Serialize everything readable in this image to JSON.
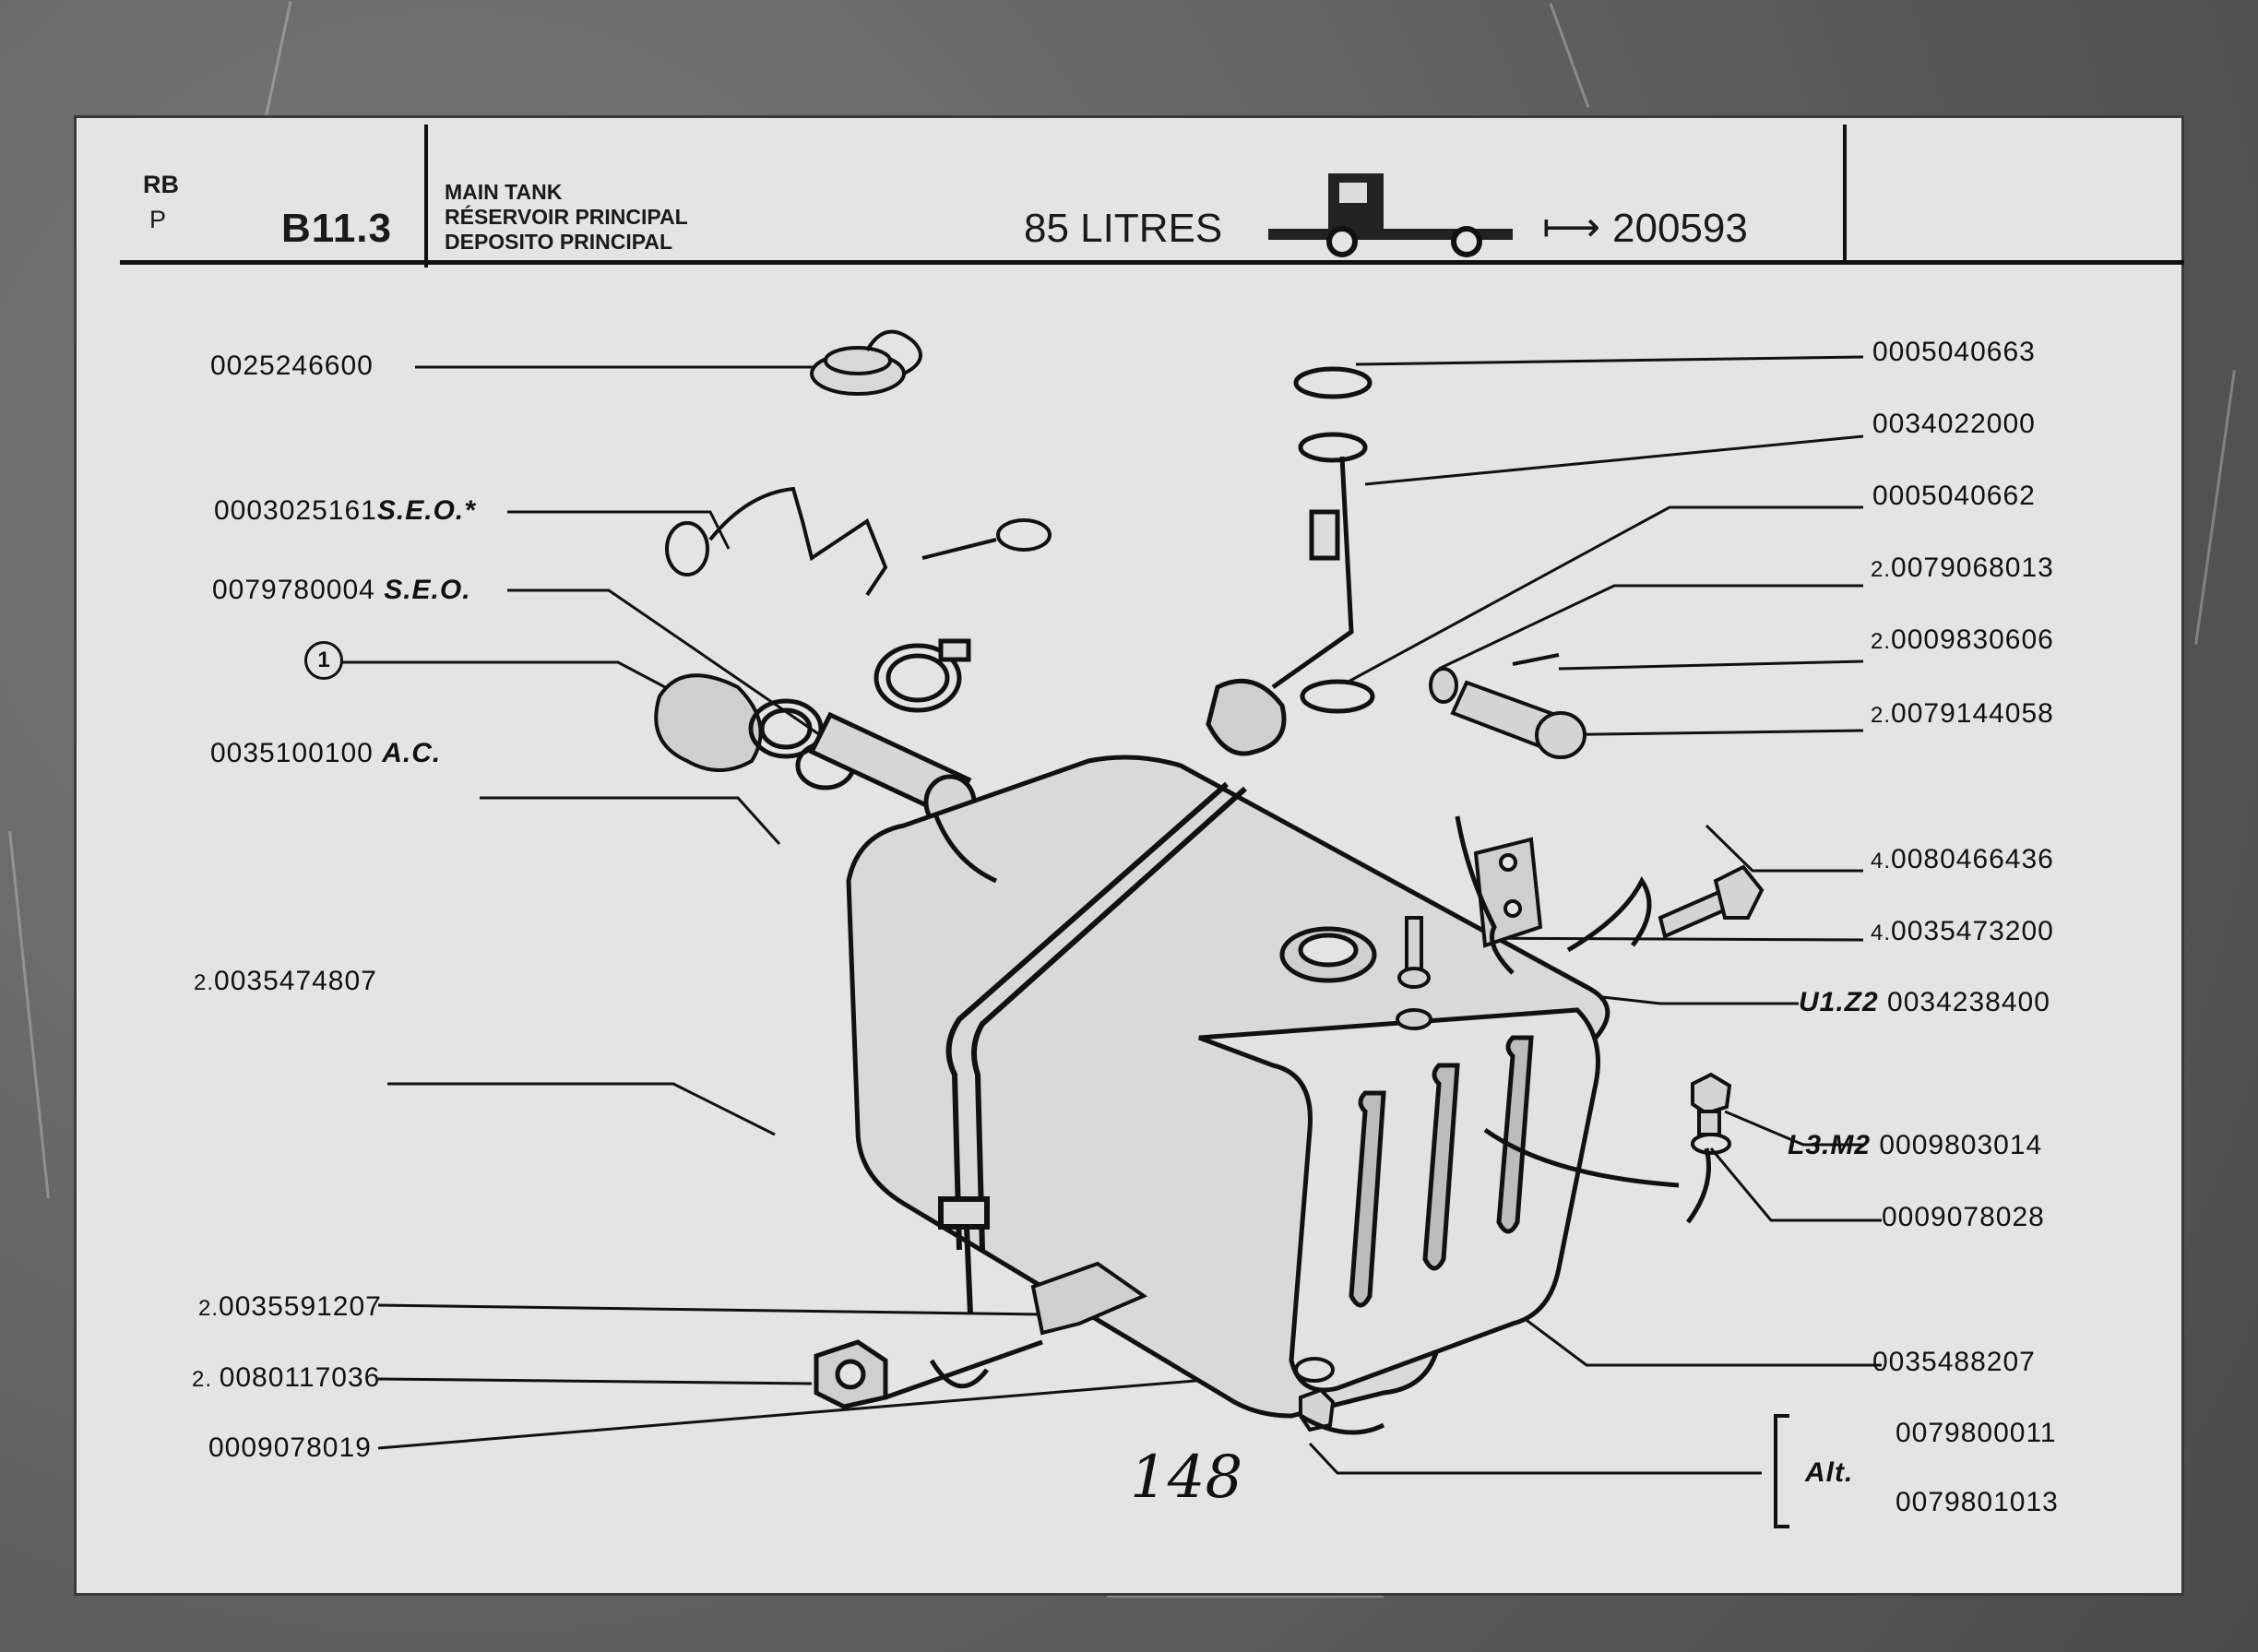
{
  "header": {
    "lang_top": "RB",
    "lang_bottom": "P",
    "section": "B11.3",
    "title_en": "MAIN TANK",
    "title_fr": "RÉSERVOIR PRINCIPAL",
    "title_pt": "DEPOSITO PRINCIPAL",
    "capacity": "85 LITRES",
    "serial_arrow": "⟼",
    "serial": "200593"
  },
  "left_parts": [
    {
      "prefix": "",
      "number": "0025246600",
      "suffix": ""
    },
    {
      "prefix": "",
      "number": "0003025161",
      "suffix": "S.E.O.*"
    },
    {
      "prefix": "",
      "number": "0079780004",
      "suffix": "S.E.O."
    },
    {
      "prefix": "",
      "number": "",
      "suffix": "",
      "callout": "1"
    },
    {
      "prefix": "",
      "number": "0035100100",
      "suffix": "A.C."
    },
    {
      "prefix": "2.",
      "number": "0035474807",
      "suffix": ""
    },
    {
      "prefix": "2.",
      "number": "0035591207",
      "suffix": ""
    },
    {
      "prefix": "2. ",
      "number": "0080117036",
      "suffix": ""
    },
    {
      "prefix": "",
      "number": "0009078019",
      "suffix": ""
    }
  ],
  "right_parts": [
    {
      "prefix": "",
      "code": "",
      "number": "0005040663"
    },
    {
      "prefix": "",
      "code": "",
      "number": "0034022000"
    },
    {
      "prefix": "",
      "code": "",
      "number": "0005040662"
    },
    {
      "prefix": "2.",
      "code": "",
      "number": "0079068013"
    },
    {
      "prefix": "2.",
      "code": "",
      "number": "0009830606"
    },
    {
      "prefix": "2.",
      "code": "",
      "number": "0079144058"
    },
    {
      "prefix": "4.",
      "code": "",
      "number": "0080466436"
    },
    {
      "prefix": "4.",
      "code": "",
      "number": "0035473200"
    },
    {
      "prefix": "",
      "code": "U1.Z2",
      "number": "0034238400"
    },
    {
      "prefix": "",
      "code": "L3.M2",
      "number": "0009803014"
    },
    {
      "prefix": "",
      "code": "",
      "number": "0009078028"
    },
    {
      "prefix": "",
      "code": "",
      "number": "0035488207"
    }
  ],
  "alt": {
    "label": "Alt.",
    "numbers": [
      "0079800011",
      "0079801013"
    ]
  },
  "page_number": "148"
}
